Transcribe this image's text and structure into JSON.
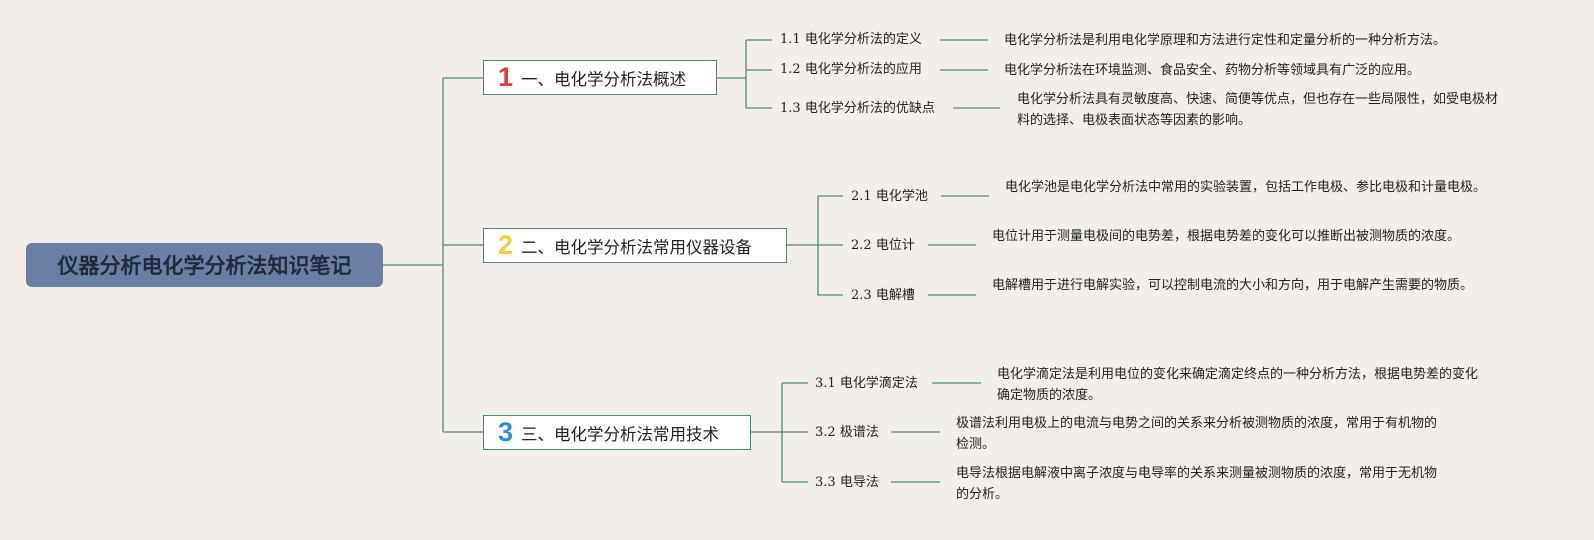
{
  "title": "仪器分析电化学分析法知识笔记",
  "colors": {
    "background": "#f3eeea",
    "root_fill": "#6b7ea3",
    "connector": "#4e8b76",
    "num1": "#e03a45",
    "num2": "#f2cc3e",
    "num3": "#2b8fd6"
  },
  "branches": [
    {
      "number": "1",
      "label": "一、电化学分析法概述",
      "items": [
        {
          "index": "1.1",
          "label": "电化学分析法的定义",
          "desc": "电化学分析法是利用电化学原理和方法进行定性和定量分析的一种分析方法。"
        },
        {
          "index": "1.2",
          "label": "电化学分析法的应用",
          "desc": "电化学分析法在环境监测、食品安全、药物分析等领域具有广泛的应用。"
        },
        {
          "index": "1.3",
          "label": "电化学分析法的优缺点",
          "desc": "电化学分析法具有灵敏度高、快速、简便等优点，但也存在一些局限性，如受电极材料的选择、电极表面状态等因素的影响。"
        }
      ]
    },
    {
      "number": "2",
      "label": "二、电化学分析法常用仪器设备",
      "items": [
        {
          "index": "2.1",
          "label": "电化学池",
          "desc": "电化学池是电化学分析法中常用的实验装置，包括工作电极、参比电极和计量电极。"
        },
        {
          "index": "2.2",
          "label": "电位计",
          "desc": "电位计用于测量电极间的电势差，根据电势差的变化可以推断出被测物质的浓度。"
        },
        {
          "index": "2.3",
          "label": "电解槽",
          "desc": "电解槽用于进行电解实验，可以控制电流的大小和方向，用于电解产生需要的物质。"
        }
      ]
    },
    {
      "number": "3",
      "label": "三、电化学分析法常用技术",
      "items": [
        {
          "index": "3.1",
          "label": "电化学滴定法",
          "desc": "电化学滴定法是利用电位的变化来确定滴定终点的一种分析方法，根据电势差的变化确定物质的浓度。"
        },
        {
          "index": "3.2",
          "label": "极谱法",
          "desc": "极谱法利用电极上的电流与电势之间的关系来分析被测物质的浓度，常用于有机物的检测。"
        },
        {
          "index": "3.3",
          "label": "电导法",
          "desc": "电导法根据电解液中离子浓度与电导率的关系来测量被测物质的浓度，常用于无机物的分析。"
        }
      ]
    }
  ]
}
